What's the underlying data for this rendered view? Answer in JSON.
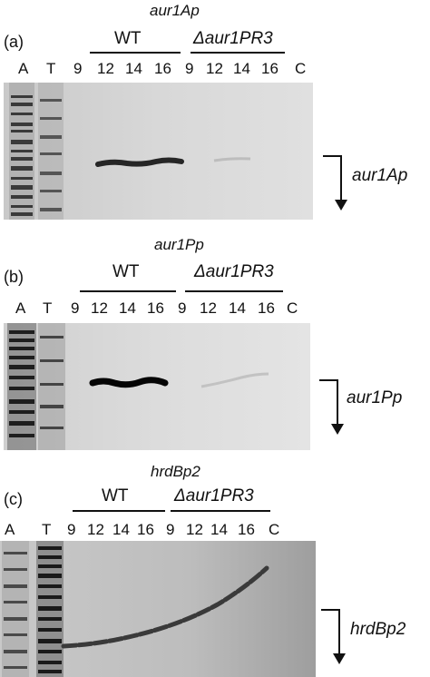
{
  "panels": [
    {
      "id": "a",
      "panel_label": "(a)",
      "gene_title": "aur1Ap",
      "group_wt": "WT",
      "group_mut": "Δaur1PR3",
      "lanes": [
        "A",
        "T",
        "9",
        "12",
        "14",
        "16",
        "9",
        "12",
        "14",
        "16",
        "C"
      ],
      "arrow_label": "aur1Ap"
    },
    {
      "id": "b",
      "panel_label": "(b)",
      "gene_title": "aur1Pp",
      "group_wt": "WT",
      "group_mut": "Δaur1PR3",
      "lanes": [
        "A",
        "T",
        "9",
        "12",
        "14",
        "16",
        "9",
        "12",
        "14",
        "16",
        "C"
      ],
      "arrow_label": "aur1Pp"
    },
    {
      "id": "c",
      "panel_label": "(c)",
      "gene_title": "hrdBp2",
      "group_wt": "WT",
      "group_mut": "Δaur1PR3",
      "lanes": [
        "A",
        "T",
        "9",
        "12",
        "14",
        "16",
        "9",
        "12",
        "14",
        "16",
        "C"
      ],
      "arrow_label": "hrdBp2"
    }
  ]
}
